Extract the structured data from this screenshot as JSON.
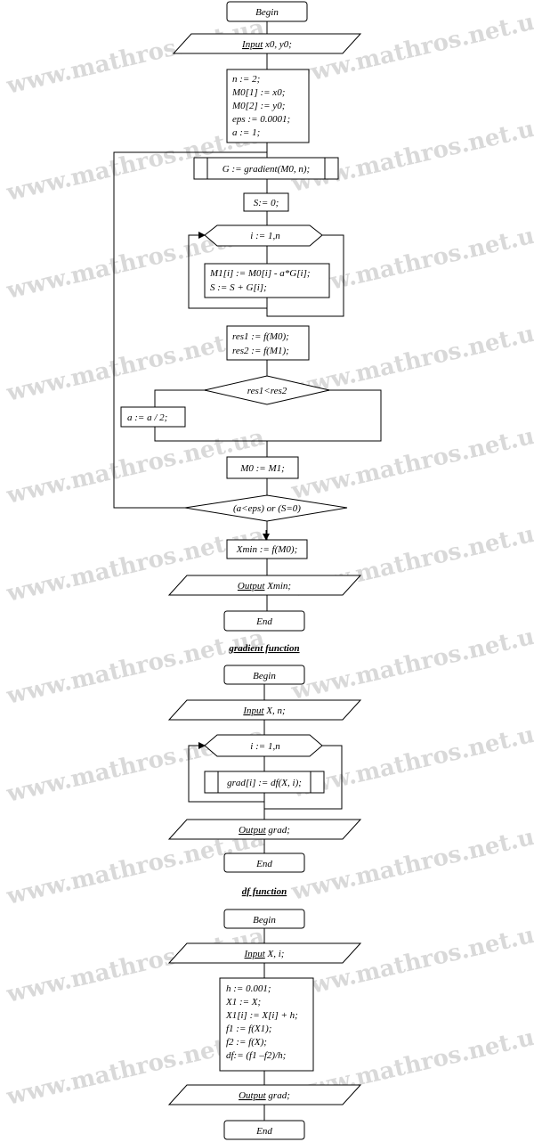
{
  "watermark": "www.mathros.net.ua",
  "main": {
    "begin": "Begin",
    "input_kw": "Input",
    "input_rest": " x0, y0;",
    "init": [
      "n := 2;",
      "M0[1] := x0;",
      "M0[2] := y0;",
      "eps := 0.0001;",
      "a := 1;"
    ],
    "gradient_call": "G := gradient(M0, n);",
    "s_init": "S:= 0;",
    "loop": "i := 1,n",
    "loop_body": [
      "M1[i] := M0[i] - a*G[i];",
      "S := S + G[i];"
    ],
    "res": [
      "res1 := f(M0);",
      "res2 := f(M1);"
    ],
    "condition": "res1<res2",
    "halve": "a := a / 2;",
    "assign": "M0 := M1;",
    "until": "(a<eps) or (S=0)",
    "xmin": "Xmin := f(M0);",
    "output_kw": "Output",
    "output_rest": " Xmin;",
    "end": "End"
  },
  "gradient": {
    "title": "gradient function",
    "begin": "Begin",
    "input_kw": "Input",
    "input_rest": " X, n;",
    "loop": "i := 1,n",
    "df_call": "grad[i] := df(X, i);",
    "output_kw": "Output",
    "output_rest": " grad;",
    "end": "End"
  },
  "df": {
    "title": "df function",
    "begin": "Begin",
    "input_kw": "Input",
    "input_rest": " X, i;",
    "body": [
      "h := 0.001;",
      "X1 := X;",
      "X1[i] := X[i] + h;",
      "f1 := f(X1);",
      "f2 := f(X);",
      "df:= (f1 –f2)/h;"
    ],
    "output_kw": "Output",
    "output_rest": " grad;",
    "end": "End"
  }
}
